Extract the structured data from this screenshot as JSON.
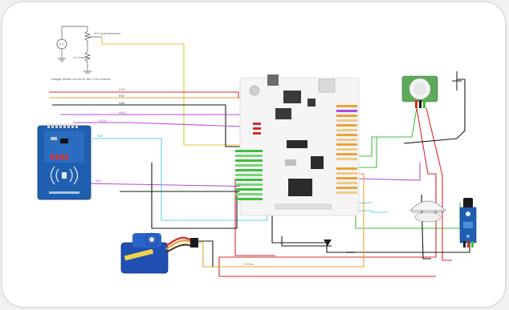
{
  "schematic": {
    "source_label": "5 V",
    "pot_label": "10 k potentiometer",
    "resistor_label": "1 k resistor",
    "caption": "Voltage divider circuit for the LCD contrast"
  },
  "wire_labels": {
    "vcc": "3.3V",
    "rst": "RST",
    "gnd": "GND",
    "miso": "MISO",
    "mosi": "MOSI",
    "sck": "SCK",
    "sda": "SDA",
    "signal": "SIGNAL",
    "buzzer": "buzzer"
  },
  "colors": {
    "purple": "#b44bd6",
    "cyan": "#5fd0e6",
    "red": "#d32c2c",
    "green": "#3fbf3f",
    "black": "#1a1a1a",
    "orange": "#e8a23a",
    "yellow": "#e2c43a",
    "board_blue": "#1f5fb0"
  }
}
